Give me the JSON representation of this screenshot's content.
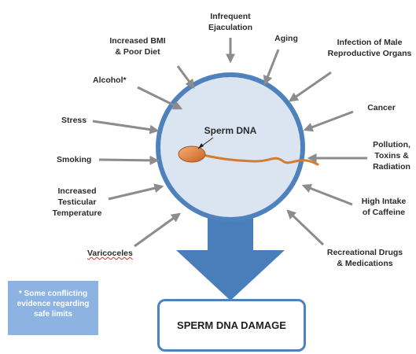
{
  "center": {
    "label": "Sperm DNA"
  },
  "outcome": {
    "label": "SPERM DNA DAMAGE"
  },
  "note": {
    "text": "* Some conflicting evidence regarding safe limits"
  },
  "factors": {
    "infrequent_ejaculation": "Infrequent\nEjaculation",
    "increased_bmi": "Increased BMI\n& Poor Diet",
    "aging": "Aging",
    "infection": "Infection of Male\nReproductive Organs",
    "alcohol": "Alcohol*",
    "cancer": "Cancer",
    "stress": "Stress",
    "smoking": "Smoking",
    "pollution": "Pollution,\nToxins &\nRadiation",
    "testicular_temp": "Increased\nTesticular\nTemperature",
    "caffeine": "High Intake\nof Caffeine",
    "varicoceles": "Varicoceles",
    "recreational_drugs": "Recreational Drugs\n& Medications"
  },
  "colors": {
    "circle_fill": "#dbe5f1",
    "circle_border": "#4f81bd",
    "big_arrow": "#4a7ebb",
    "factor_arrow": "#8c8c8c",
    "sperm_head": "#e48a3b",
    "note_bg": "#8db3e2"
  }
}
